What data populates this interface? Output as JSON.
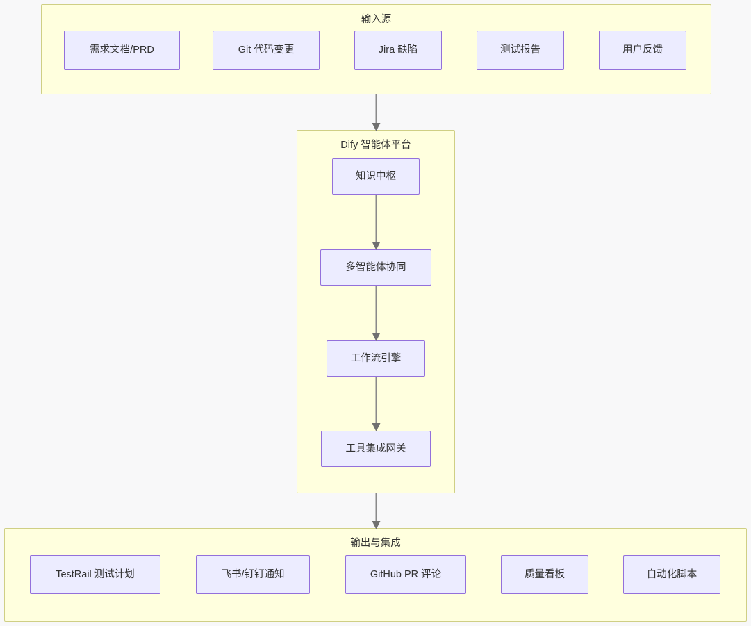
{
  "diagram": {
    "type": "flowchart",
    "direction": "top-to-bottom",
    "theme": {
      "page_background": "#f8f8f9",
      "subgraph_fill": "#ffffde",
      "subgraph_border": "#cfcf85",
      "node_fill": "#ececff",
      "node_border": "#9370db",
      "text_color": "#333333",
      "edge_color": "#8a8a8a",
      "arrowhead_color": "#707070"
    }
  },
  "subgraphs": {
    "input": {
      "title": "输入源",
      "nodes": [
        {
          "id": "prd",
          "label": "需求文档/PRD"
        },
        {
          "id": "git",
          "label": "Git 代码变更"
        },
        {
          "id": "jira",
          "label": "Jira 缺陷"
        },
        {
          "id": "testrep",
          "label": "测试报告"
        },
        {
          "id": "feedback",
          "label": "用户反馈"
        }
      ]
    },
    "dify": {
      "title": "Dify 智能体平台",
      "nodes": [
        {
          "id": "knowledge",
          "label": "知识中枢"
        },
        {
          "id": "multiagent",
          "label": "多智能体协同"
        },
        {
          "id": "workflow",
          "label": "工作流引擎"
        },
        {
          "id": "toolgw",
          "label": "工具集成网关"
        }
      ]
    },
    "output": {
      "title": "输出与集成",
      "nodes": [
        {
          "id": "testrail",
          "label": "TestRail 测试计划"
        },
        {
          "id": "notify",
          "label": "飞书/钉钉通知"
        },
        {
          "id": "prcomment",
          "label": "GitHub PR 评论"
        },
        {
          "id": "dashboard",
          "label": "质量看板"
        },
        {
          "id": "autoscript",
          "label": "自动化脚本"
        }
      ]
    }
  },
  "edges": [
    {
      "id": "edge-input-to-dify",
      "from": "输入源",
      "to": "Dify 智能体平台",
      "label": ""
    },
    {
      "id": "edge-knowledge-multi",
      "from": "知识中枢",
      "to": "多智能体协同",
      "label": ""
    },
    {
      "id": "edge-multi-workflow",
      "from": "多智能体协同",
      "to": "工作流引擎",
      "label": ""
    },
    {
      "id": "edge-workflow-toolgw",
      "from": "工作流引擎",
      "to": "工具集成网关",
      "label": ""
    },
    {
      "id": "edge-dify-to-output",
      "from": "Dify 智能体平台",
      "to": "输出与集成",
      "label": ""
    }
  ]
}
